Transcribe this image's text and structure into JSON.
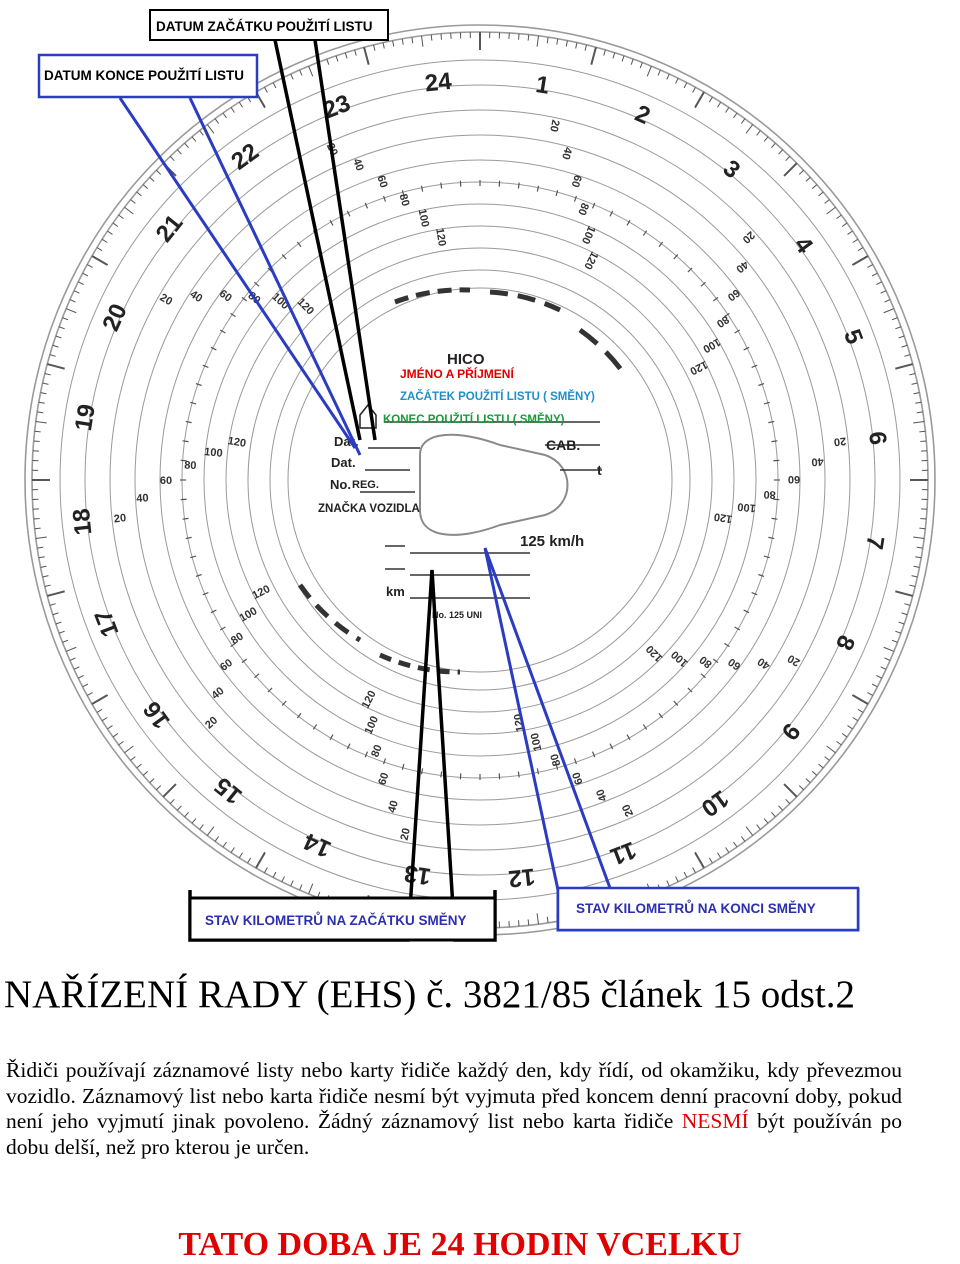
{
  "chart": {
    "hours": [
      "1",
      "2",
      "3",
      "4",
      "5",
      "6",
      "7",
      "8",
      "9",
      "10",
      "11",
      "12",
      "13",
      "14",
      "15",
      "16",
      "17",
      "18",
      "19",
      "20",
      "21",
      "22",
      "23",
      "24"
    ],
    "speed_marks": [
      "20",
      "40",
      "60",
      "80",
      "100",
      "120"
    ],
    "brand": "HICO",
    "center_fields": {
      "dat1": "Dat.",
      "dat2": "Dat.",
      "no": "No.",
      "cab": "CAB.",
      "t": "t",
      "km": "km",
      "speed_limit": "125 km/h",
      "model": "No. 125 UNI"
    },
    "overlay_fields": {
      "name": "JMÉNO A PŘÍJMENÍ",
      "start": "ZAČÁTEK POUŽITÍ LISTU ( SMĚNY)",
      "end": "KONEC POUŽITÍ LISTU ( SMĚNY)",
      "reg": "REG.",
      "plate": "ZNAČKA VOZIDLA"
    }
  },
  "annotations": {
    "start_date": "DATUM ZAČÁTKU POUŽITÍ LISTU",
    "end_date": "DATUM KONCE POUŽITÍ LISTU",
    "km_start": "STAV KILOMETRŮ NA ZAČÁTKU SMĚNY",
    "km_end": "STAV KILOMETRŮ NA KONCI SMĚNY"
  },
  "colors": {
    "black_annotation": "#000000",
    "blue_annotation": "#2b3cc2",
    "box_text_blue": "#2b2fb0",
    "red_text": "#e00000",
    "green_text": "#1b9a3a",
    "cyan_text": "#1f8fc8"
  },
  "text": {
    "title": "NAŘÍZENÍ RADY (EHS) č. 3821/85 článek 15 odst.2",
    "paragraph_part1": "Řidiči používají záznamové listy nebo karty řidiče každý den, kdy řídí, od okamžiku, kdy převezmou vozidlo. Záznamový list nebo karta řidiče nesmí být vyjmuta před koncem denní pracovní doby, pokud není jeho vyjmutí jinak povoleno. Žádný záznamový list nebo karta řidiče ",
    "paragraph_highlight": "NESMÍ",
    "paragraph_part2": " být používán po dobu delší, než pro kterou je určen.",
    "footer": "TATO  DOBA JE 24 HODIN VCELKU"
  }
}
